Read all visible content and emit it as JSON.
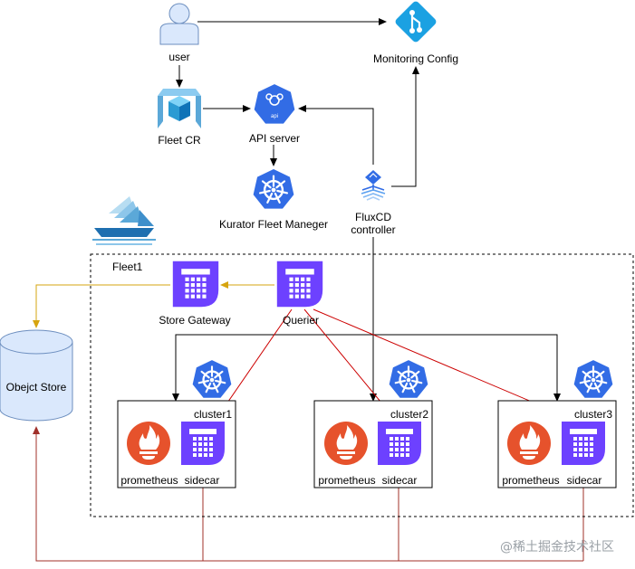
{
  "nodes": {
    "user": "user",
    "monitoring_config": "Monitoring Config",
    "fleet_cr": "Fleet CR",
    "api_server": "API server",
    "api_badge": "api",
    "kurator_fleet_manager": "Kurator Fleet Maneger",
    "fluxcd_line1": "FluxCD",
    "fluxcd_line2": "controller",
    "fleet1": "Fleet1",
    "store_gateway": "Store Gateway",
    "querier": "Querier",
    "object_store": "Obejct Store",
    "clusters": [
      {
        "name": "cluster1",
        "prometheus": "prometheus",
        "sidecar": "sidecar"
      },
      {
        "name": "cluster2",
        "prometheus": "prometheus",
        "sidecar": "sidecar"
      },
      {
        "name": "cluster3",
        "prometheus": "prometheus",
        "sidecar": "sidecar"
      }
    ]
  },
  "watermark": "@稀土掘金技术社区",
  "colors": {
    "k8s_blue": "#326CE5",
    "thanos_purple": "#6D41FF",
    "prometheus_orange": "#E6522C",
    "git_cyan": "#1BA1E2",
    "object_store_fill": "#DAE8FC",
    "edge_black": "#000000",
    "edge_red": "#CC0000",
    "edge_gold": "#D6A40F",
    "edge_darkred": "#A0302A"
  },
  "icons": {
    "user": "user-icon",
    "monitoring_config": "git-icon",
    "fleet_cr": "cube-icon",
    "api_server": "kubernetes-api-icon",
    "kurator": "kubernetes-icon",
    "fluxcd": "fluxcd-icon",
    "fleet": "sailboats-icon",
    "thanos": "thanos-icon",
    "prometheus": "prometheus-icon",
    "object_store": "cylinder-icon"
  }
}
